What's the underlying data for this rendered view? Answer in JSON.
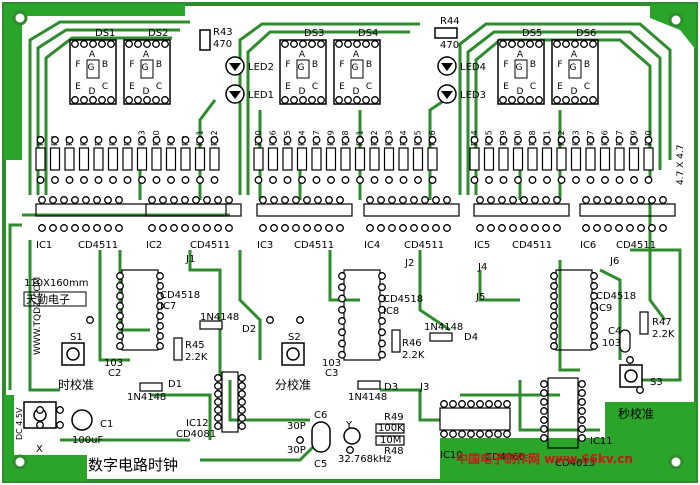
{
  "board": {
    "title": "数字电路时钟",
    "size_label": "110X160mm",
    "maker": "天勤电子",
    "website_vertical": "WWW.TQDZ.COM",
    "watermark": "中国电子制作网 www.66kv.cn",
    "top_right_label": "4.7 X 4.7",
    "power_label": "DC 4.5V",
    "colors": {
      "copper": "#2e8b2e",
      "fill": "#2aa52a",
      "silk": "#000000",
      "board": "#ffffff",
      "watermark": "#c81818",
      "watermark_url": "#1c2bd6"
    }
  },
  "displays": [
    "DS1",
    "DS2",
    "DS3",
    "DS4",
    "DS5",
    "DS6"
  ],
  "segment_letters": [
    "A",
    "F",
    "G",
    "B",
    "E",
    "C",
    "D"
  ],
  "leds": [
    "LED2",
    "LED1",
    "LED4",
    "LED3"
  ],
  "resistors_top": {
    "r43": "R43",
    "r43_val": "470",
    "r44": "R44",
    "r44_val": "470"
  },
  "resistor_bank_1": [
    "R6",
    "R7",
    "R3",
    "R1",
    "R2",
    "R4",
    "R5",
    "R13",
    "R10",
    "R9",
    "R8",
    "R11",
    "R12"
  ],
  "resistor_bank_2": [
    "R20",
    "R16",
    "R15",
    "R14",
    "R17",
    "R19",
    "R18",
    "R21",
    "R22",
    "R23",
    "R24",
    "R25",
    "R26"
  ],
  "resistor_bank_3": [
    "R34",
    "R35",
    "R29",
    "R30",
    "R28",
    "R31",
    "R32",
    "R33",
    "R27",
    "R36",
    "R37",
    "R39",
    "R40"
  ],
  "driver_ics": [
    {
      "ref": "IC1",
      "part": "CD4511"
    },
    {
      "ref": "IC2",
      "part": "CD4511"
    },
    {
      "ref": "IC3",
      "part": "CD4511"
    },
    {
      "ref": "IC4",
      "part": "CD4511"
    },
    {
      "ref": "IC5",
      "part": "CD4511"
    },
    {
      "ref": "IC6",
      "part": "CD4511"
    }
  ],
  "counter_ics": [
    {
      "ref": "IC7",
      "part": "CD4518"
    },
    {
      "ref": "IC8",
      "part": "CD4518"
    },
    {
      "ref": "IC9",
      "part": "CD4518"
    }
  ],
  "other_ics": {
    "ic12": "IC12",
    "ic12_part": "CD4081",
    "ic10": "IC10",
    "ic10_part": "CD4060",
    "ic11": "IC11",
    "ic11_part": "CD4013"
  },
  "jumpers": [
    "J1",
    "J2",
    "J3",
    "J4",
    "J5",
    "J6"
  ],
  "switches": {
    "s1": "S1",
    "s2": "S2",
    "s3": "S3"
  },
  "buttons": {
    "hour_set": "时校准",
    "min_set": "分校准",
    "sec_set": "秒校准"
  },
  "diodes": {
    "d1": "D1",
    "d2": "D2",
    "d3": "D3",
    "d4": "D4",
    "part": "1N4148"
  },
  "capacitors": {
    "c1": "C1",
    "c1_val": "100uF",
    "c2": "C2",
    "c3": "C3",
    "c4": "C4",
    "c_val": "103",
    "c5": "C5",
    "c6": "C6",
    "c56_val": "30P"
  },
  "resistors_misc": {
    "r45": "R45",
    "r45_val": "2.2K",
    "r46": "R46",
    "r46_val": "2.2K",
    "r47": "R47",
    "r47_val": "2.2K",
    "r48": "R48",
    "r48_val": "10M",
    "r49": "R49",
    "r49_val": "100K"
  },
  "crystal": {
    "ref": "Y",
    "freq": "32.768kHz"
  },
  "power_pins": {
    "x": "X"
  }
}
